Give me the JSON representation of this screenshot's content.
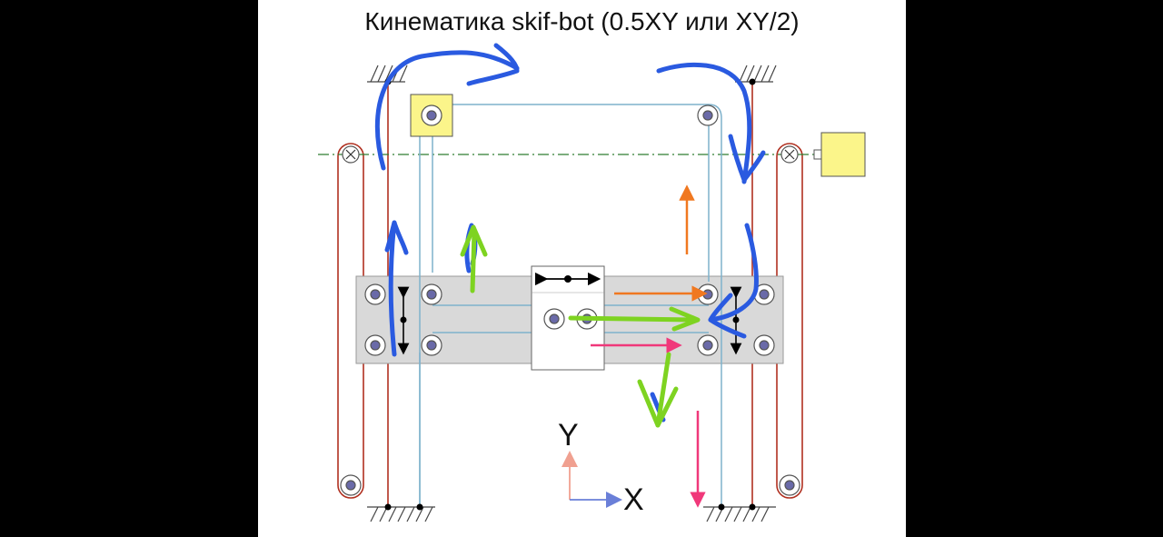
{
  "title": "Кинематика skif-bot (0.5XY или XY/2)",
  "axes": {
    "y_label": "Y",
    "x_label": "X"
  },
  "colors": {
    "background": "#000000",
    "canvas": "#ffffff",
    "belt_red": "#b03020",
    "belt_blue": "#7fb2cc",
    "annotation_blue": "#2a5ae0",
    "annotation_green": "#7ed321",
    "annotation_orange": "#f07820",
    "annotation_pink": "#f0387a",
    "motor_yellow": "#fbf58a",
    "gantry_gray": "#d9d9d9",
    "centerline_green": "#2e7d32"
  },
  "icons": [
    "motor-icon",
    "pulley-icon",
    "ground-hatch-icon",
    "double-arrow-icon"
  ]
}
